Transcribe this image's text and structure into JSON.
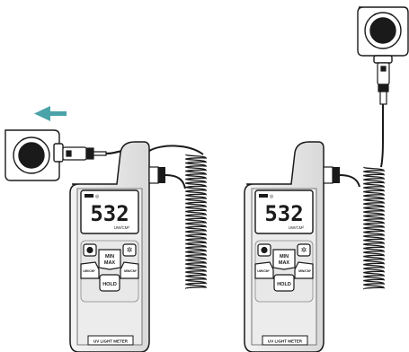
{
  "meters": [
    {
      "reading": "532",
      "unit": "UW/CM²",
      "buttons": {
        "min_max_line1": "MIN",
        "min_max_line2": "MAX",
        "uw_mw_left": "UW/CM²",
        "uw_mw_right": "MW/CM²",
        "hold": "HOLD"
      },
      "model_label": "UV LIGHT METER"
    },
    {
      "reading": "532",
      "unit": "UW/CM²",
      "buttons": {
        "min_max_line1": "MIN",
        "min_max_line2": "MAX",
        "uw_mw_left": "UW/CM²",
        "uw_mw_right": "MW/CM²",
        "hold": "HOLD"
      },
      "model_label": "UV LIGHT METER"
    }
  ],
  "colors": {
    "arrow": "#4aa3a8",
    "outline": "#1a1a1a",
    "lcd": "#ffffff",
    "sensor_core": "#1a1a1a"
  },
  "icons": {
    "power": "power-icon",
    "backlight": "backlight-icon",
    "direction": "left-arrow-icon"
  }
}
